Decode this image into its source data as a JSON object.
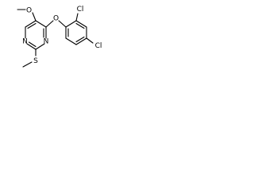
{
  "molecule": {
    "atoms": {
      "methoxy_o": "O",
      "ether_o": "O",
      "pyrimidine_n_upper": "N",
      "pyrimidine_n_lower": "N",
      "thio_s": "S",
      "chloro_ortho": "Cl",
      "chloro_para": "Cl"
    }
  }
}
